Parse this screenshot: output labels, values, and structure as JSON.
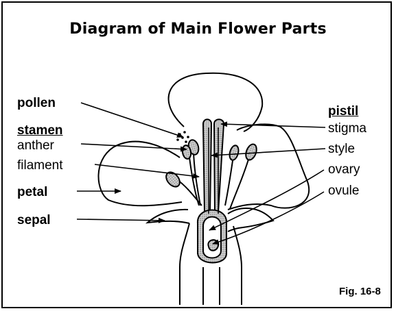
{
  "title": "Diagram of Main Flower Parts",
  "labels": {
    "pollen": "pollen",
    "stamen": "stamen",
    "anther": "anther",
    "filament": "filament",
    "petal": "petal",
    "sepal": "sepal",
    "pistil": "pistil",
    "stigma": "stigma",
    "style": "style",
    "ovary": "ovary",
    "ovule": "ovule"
  },
  "figure": "Fig. 16-8"
}
